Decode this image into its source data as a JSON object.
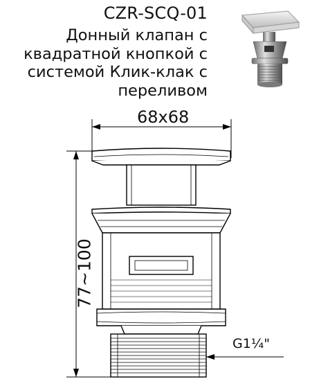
{
  "header": {
    "code": "CZR-SCQ-01",
    "description_lines": [
      "Донный клапан с",
      "квадратной кнопкой с",
      "системой Клик-клак с",
      "переливом"
    ]
  },
  "photo": {
    "icon": "drain-valve-photo"
  },
  "dimensions": {
    "width": "68x68",
    "height": "77~100",
    "thread": "G1¼\""
  },
  "colors": {
    "line": "#000000",
    "fill": "#ffffff",
    "dim_line": "#555555"
  }
}
